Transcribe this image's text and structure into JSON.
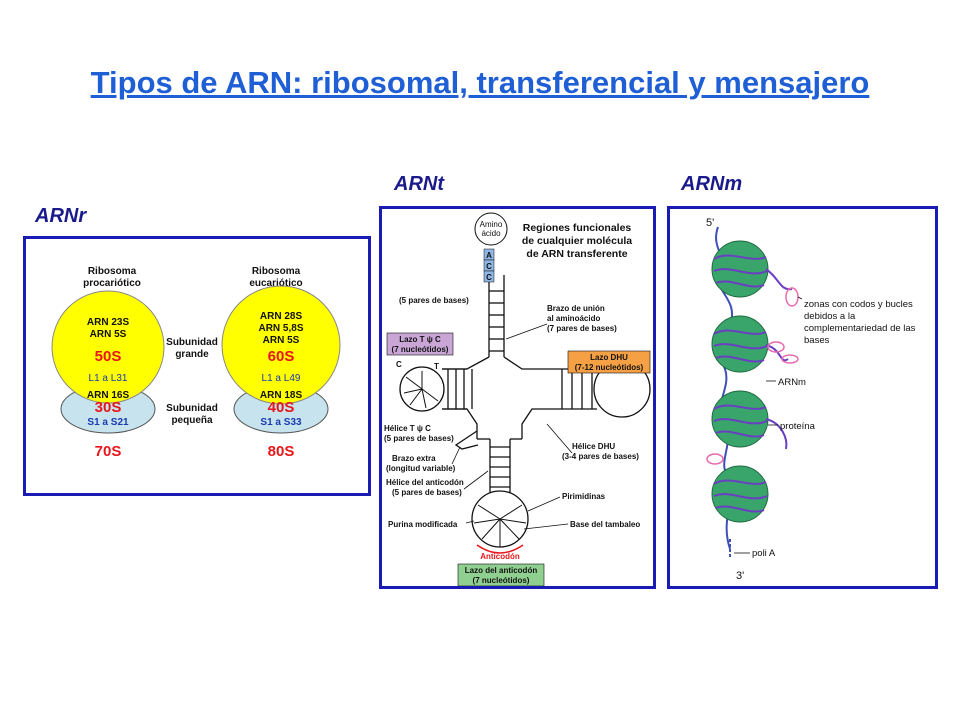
{
  "title": "Tipos de ARN: ribosomal, transferencial y mensajero",
  "labels": {
    "arnr": "ARNr",
    "arnt": "ARNt",
    "arnm": "ARNm"
  },
  "colors": {
    "title": "#1f5fd6",
    "frame": "#1a1ab4",
    "yellow": "#ffff00",
    "lightblue": "#c6e3ee",
    "red": "#e8161b",
    "green": "#3aa56a",
    "purple": "#6a3fc2"
  },
  "ribosome": {
    "prok_title": [
      "Ribosoma",
      "procariótico"
    ],
    "euk_title": [
      "Ribosoma",
      "eucariótico"
    ],
    "prok_large": [
      "ARN 23S",
      "ARN 5S"
    ],
    "prok_large_s": "50S",
    "prok_large_prot": "L1 a L31",
    "prok_small": "ARN 16S",
    "prok_small_s": "30S",
    "prok_small_prot": "S1 a S21",
    "euk_large": [
      "ARN 28S",
      "ARN 5,8S",
      "ARN 5S"
    ],
    "euk_large_s": "60S",
    "euk_large_prot": "L1 a L49",
    "euk_small": "ARN 18S",
    "euk_small_s": "40S",
    "euk_small_prot": "S1 a S33",
    "sub_large": [
      "Subunidad",
      "grande"
    ],
    "sub_small": [
      "Subunidad",
      "pequeña"
    ],
    "prok_total": "70S",
    "euk_total": "80S"
  },
  "trna": {
    "heading": [
      "Regiones funcionales",
      "de cualquier molécula",
      "de ARN transferente"
    ],
    "amino": [
      "Amino",
      "ácido"
    ],
    "acc": [
      "A",
      "C",
      "C"
    ],
    "pairs5": "(5 pares de bases)",
    "brazo_union": [
      "Brazo de unión",
      "al aminoácido",
      "(7 pares de bases)"
    ],
    "lazo_tc": [
      "Lazo T ψ C",
      "(7 nucleótidos)"
    ],
    "lazo_dhu": [
      "Lazo DHU",
      "(7-12 nucleótidos)"
    ],
    "c": "C",
    "t": "T",
    "helice_tc": [
      "Hélice T ψ C",
      "(5 pares de bases)"
    ],
    "brazo_extra": [
      "Brazo extra",
      "(longitud variable)"
    ],
    "helice_dhu": [
      "Hélice DHU",
      "(3-4 pares de bases)"
    ],
    "helice_anticodon": [
      "Hélice del anticodón",
      "(5 pares de bases)"
    ],
    "pirimidinas": "Pirimidinas",
    "purina": "Purina modificada",
    "tambaleo": "Base del tambaleo",
    "anticodon": "Anticodón",
    "lazo_anticodon": [
      "Lazo del anticodón",
      "(7 nucleótidos)"
    ]
  },
  "mrna": {
    "five": "5'",
    "three": "3'",
    "zonas": [
      "zonas con codos y bucles",
      "debidos a la",
      "complementariedad de las",
      "bases"
    ],
    "arnm": "ARNm",
    "proteina": "proteína",
    "polia": "poli A"
  }
}
